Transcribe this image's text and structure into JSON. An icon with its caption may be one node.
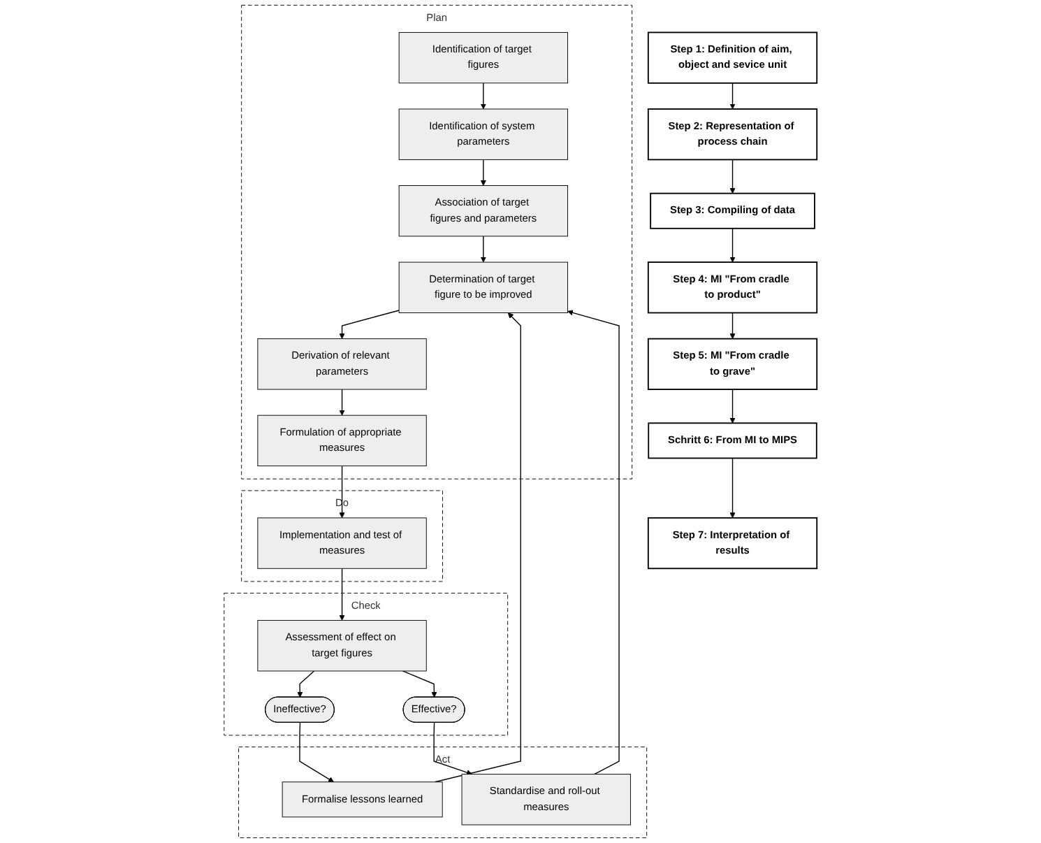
{
  "diagram": {
    "nodes": [
      {
        "text": [
          "Step 1: Definition of aim, object and sevice unit"
        ]
      },
      {
        "text": [
          "Step 2: Representation of process chain"
        ]
      },
      {
        "text": [
          "Step 3: Compiling of data"
        ]
      },
      {
        "text": [
          "Step 4: MI \"From cradle to product\""
        ]
      },
      {
        "text": [
          "Step 5: MI \"From cradle to grave\""
        ]
      },
      {
        "text": [
          "Schritt 6: From MI to MIPS"
        ]
      },
      {
        "text": [
          "Step 7: Interpretation of results"
        ]
      },
      {
        "text": [
          "Plan"
        ]
      },
      {
        "text": [
          "Identification of target figures"
        ],
        "in": 7
      },
      {
        "text": [
          "Identification of system parameters"
        ],
        "in": 7
      },
      {
        "text": [
          "Association of target figures and parameters"
        ],
        "in": 7
      },
      {
        "text": [
          "Determination of target figure to be improved"
        ],
        "in": 7
      },
      {
        "text": [
          "Derivation of relevant parameters"
        ],
        "in": 7
      },
      {
        "text": [
          "Formulation of appropriate measures"
        ],
        "in": 7
      },
      {
        "text": [
          "Do"
        ]
      },
      {
        "text": [
          "Implementation and test of measures"
        ],
        "in": 14
      },
      {
        "text": [
          "Check"
        ]
      },
      {
        "text": [
          "Assessment of effect on target figures"
        ],
        "in": 16
      },
      {
        "text": [
          "Ineffective?"
        ],
        "in": 16
      },
      {
        "text": [
          "Effective?"
        ],
        "in": 16
      },
      {
        "text": [
          "Act"
        ]
      },
      {
        "text": [
          "Formalise lessons learned"
        ],
        "in": 20
      },
      {
        "text": [
          "Standardise and roll-out measures"
        ],
        "in": 20
      }
    ],
    "edges": [
      {
        "from": 0,
        "to": 1,
        "arrow": "to"
      },
      {
        "from": 1,
        "to": 2,
        "arrow": "to"
      },
      {
        "from": 2,
        "to": 3,
        "arrow": "to"
      },
      {
        "from": 3,
        "to": 4,
        "arrow": "to"
      },
      {
        "from": 4,
        "to": 5,
        "arrow": "to"
      },
      {
        "from": 5,
        "to": 6,
        "arrow": "to"
      },
      {
        "from": 8,
        "to": 9,
        "arrow": "to"
      },
      {
        "from": 9,
        "to": 10,
        "arrow": "to"
      },
      {
        "from": 10,
        "to": 11,
        "arrow": "to"
      },
      {
        "from": 11,
        "to": 12,
        "arrow": "to"
      },
      {
        "from": 12,
        "to": 13,
        "arrow": "to"
      },
      {
        "from": 13,
        "to": 15,
        "arrow": "to"
      },
      {
        "from": 15,
        "to": 17,
        "arrow": "to"
      },
      {
        "from": 17,
        "to": 18,
        "arrow": "to"
      },
      {
        "from": 17,
        "to": 19,
        "arrow": "to"
      },
      {
        "from": 18,
        "to": 21,
        "arrow": "to"
      },
      {
        "from": 19,
        "to": 22,
        "arrow": "to"
      },
      {
        "from": 21,
        "to": 11,
        "arrow": "to"
      },
      {
        "from": 22,
        "to": 11,
        "arrow": "to"
      }
    ]
  }
}
